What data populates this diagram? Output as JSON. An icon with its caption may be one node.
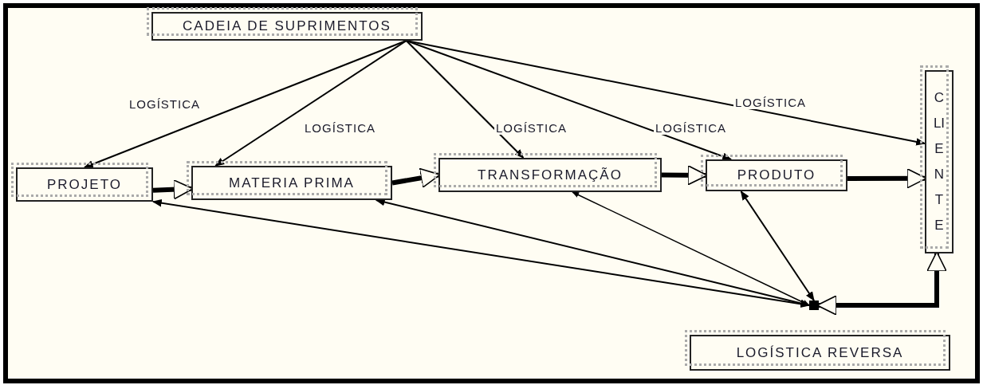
{
  "diagram": {
    "nodes": [
      {
        "text": [
          "CADEIA DE SUPRIMENTOS"
        ]
      },
      {
        "text": [
          "PROJETO"
        ]
      },
      {
        "text": [
          "MATERIA PRIMA"
        ]
      },
      {
        "text": [
          "TRANSFORMAÇÃO"
        ]
      },
      {
        "text": [
          "PRODUTO"
        ]
      },
      {
        "text": [
          "CLIENTE"
        ]
      },
      {
        "text": [
          "LOGÍSTICA REVERSA"
        ]
      },
      {
        "text": [],
        "shape": "box"
      }
    ],
    "edges": [
      {
        "from": 0,
        "to": 1,
        "arrow": "to",
        "label": "LOGÍSTICA"
      },
      {
        "from": 0,
        "to": 2,
        "arrow": "to",
        "label": "LOGÍSTICA"
      },
      {
        "from": 0,
        "to": 3,
        "arrow": "to",
        "label": "LOGÍSTICA"
      },
      {
        "from": 0,
        "to": 4,
        "arrow": "to",
        "label": "LOGÍSTICA"
      },
      {
        "from": 0,
        "to": 5,
        "arrow": "to",
        "label": "LOGÍSTICA"
      },
      {
        "from": 1,
        "to": 2,
        "arrow": "to",
        "style": "thick"
      },
      {
        "from": 2,
        "to": 3,
        "arrow": "to",
        "style": "thick"
      },
      {
        "from": 3,
        "to": 4,
        "arrow": "to",
        "style": "thick"
      },
      {
        "from": 4,
        "to": 5,
        "arrow": "to",
        "style": "thick"
      },
      {
        "from": 7,
        "to": 1,
        "arrow": "both"
      },
      {
        "from": 7,
        "to": 2,
        "arrow": "both"
      },
      {
        "from": 7,
        "to": 3,
        "arrow": "both"
      },
      {
        "from": 7,
        "to": 4,
        "arrow": "both"
      },
      {
        "from": 7,
        "to": 5,
        "arrow": "both",
        "style": "thick"
      }
    ]
  }
}
